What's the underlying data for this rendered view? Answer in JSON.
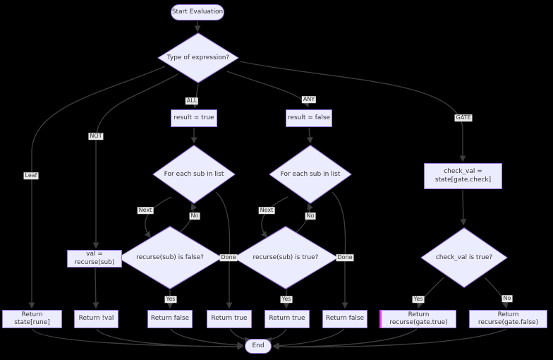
{
  "diagram": {
    "type": "flowchart",
    "theme": {
      "background": "#000000",
      "node_fill": "#ECECFF",
      "node_border": "#9370DB",
      "node_text": "#333333",
      "edge_color": "#3d3d3d",
      "edge_label_bg": "#e8e8e8",
      "edge_label_text": "#333333",
      "highlight_border": "#ee3dee"
    },
    "nodes": {
      "start": {
        "label": "Start Evaluation",
        "shape": "stadium"
      },
      "type_of_expression": {
        "label": "Type of expression?",
        "shape": "diamond"
      },
      "result_true": {
        "label": "result = true",
        "shape": "rect"
      },
      "result_false": {
        "label": "result = false",
        "shape": "rect"
      },
      "foreach_all": {
        "label": "For each sub in list",
        "shape": "diamond"
      },
      "foreach_any": {
        "label": "For each sub in list",
        "shape": "diamond"
      },
      "recurse_is_false": {
        "label": "recurse(sub) is false?",
        "shape": "diamond"
      },
      "recurse_is_true": {
        "label": "recurse(sub) is true?",
        "shape": "diamond"
      },
      "val_recurse": {
        "label": "val = recurse(sub)",
        "shape": "rect"
      },
      "check_val": {
        "label_line1": "check_val =",
        "label_line2": "state[gate.check]",
        "shape": "rect"
      },
      "check_val_is_true": {
        "label": "check_val is true?",
        "shape": "diamond"
      },
      "return_state_rune": {
        "label": "Return state[rune]",
        "shape": "rect"
      },
      "return_not_val": {
        "label": "Return !val",
        "shape": "rect"
      },
      "return_false_all": {
        "label": "Return false",
        "shape": "rect"
      },
      "return_true_all": {
        "label": "Return true",
        "shape": "rect"
      },
      "return_true_any": {
        "label": "Return true",
        "shape": "rect"
      },
      "return_false_any": {
        "label": "Return false",
        "shape": "rect"
      },
      "return_recurse_gate_true": {
        "label": "Return recurse(gate.true)",
        "shape": "rect",
        "highlighted": true
      },
      "return_recurse_gate_false": {
        "label": "Return recurse(gate.false)",
        "shape": "rect"
      },
      "end": {
        "label": "End",
        "shape": "stadium"
      }
    },
    "edge_labels": {
      "leaf": "Leaf",
      "not": "NOT",
      "all": "ALL",
      "any": "ANY",
      "gate": "GATE",
      "next_all": "Next",
      "no_all": "No",
      "done_all": "Done",
      "yes_all": "Yes",
      "next_any": "Next",
      "no_any": "No",
      "done_any": "Done",
      "yes_any": "Yes",
      "yes_gate": "Yes",
      "no_gate": "No"
    }
  }
}
